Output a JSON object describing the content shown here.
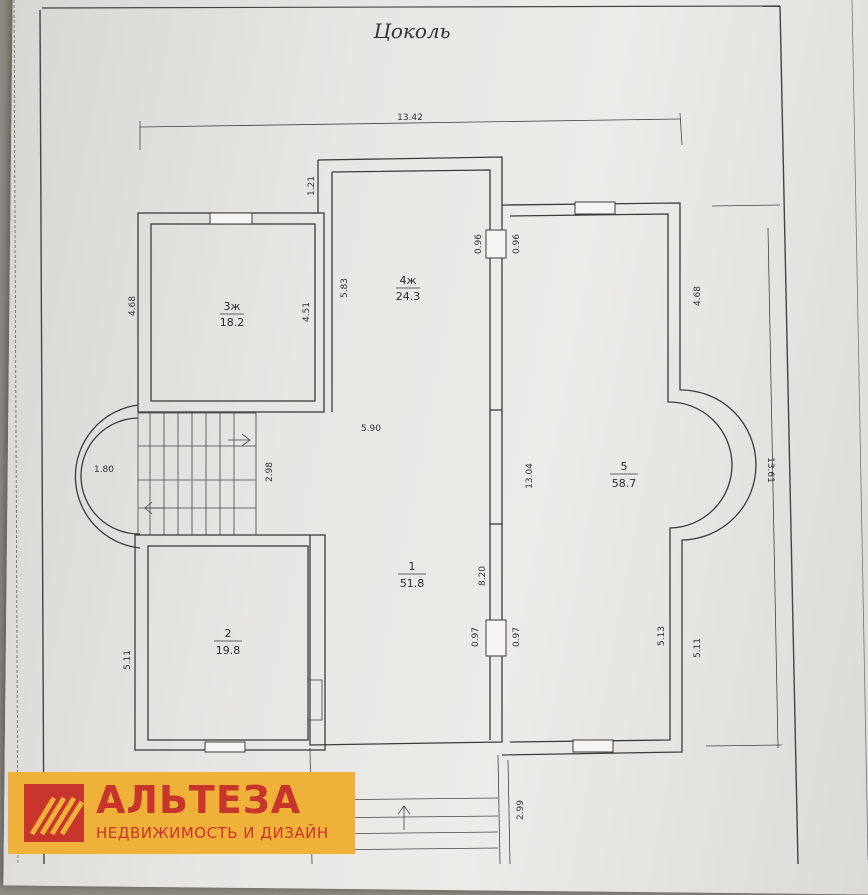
{
  "plan": {
    "title": "Цоколь",
    "dims": {
      "overall_width": "13.42",
      "overall_height": "13.61",
      "upper_left_wall": "1.21",
      "room3_height_outer": "4.68",
      "room3_height_inner": "4.51",
      "room4_height": "5.83",
      "door_upper_left": "0.96",
      "door_upper_right": "0.96",
      "right_upper": "4.68",
      "hall_width": "5.90",
      "bay_width": "1.80",
      "stair_length": "2.98",
      "room5_height": "13.04",
      "corridor": "8.20",
      "door_lower_left": "0.97",
      "door_lower_right": "0.97",
      "room2_height": "5.11",
      "right_lower_inner": "5.13",
      "right_lower_outer": "5.11",
      "porch": "2.99"
    },
    "rooms": [
      {
        "num": "3ж",
        "area": "18.2"
      },
      {
        "num": "4ж",
        "area": "24.3"
      },
      {
        "num": "5",
        "area": "58.7"
      },
      {
        "num": "1",
        "area": "51.8"
      },
      {
        "num": "2",
        "area": "19.8"
      }
    ]
  },
  "logo": {
    "name": "АЛЬТЕЗА",
    "tagline": "НЕДВИЖИМОСТЬ И ДИЗАЙН",
    "brand_color": "#c8352c",
    "background_color": "#f0b13a"
  }
}
